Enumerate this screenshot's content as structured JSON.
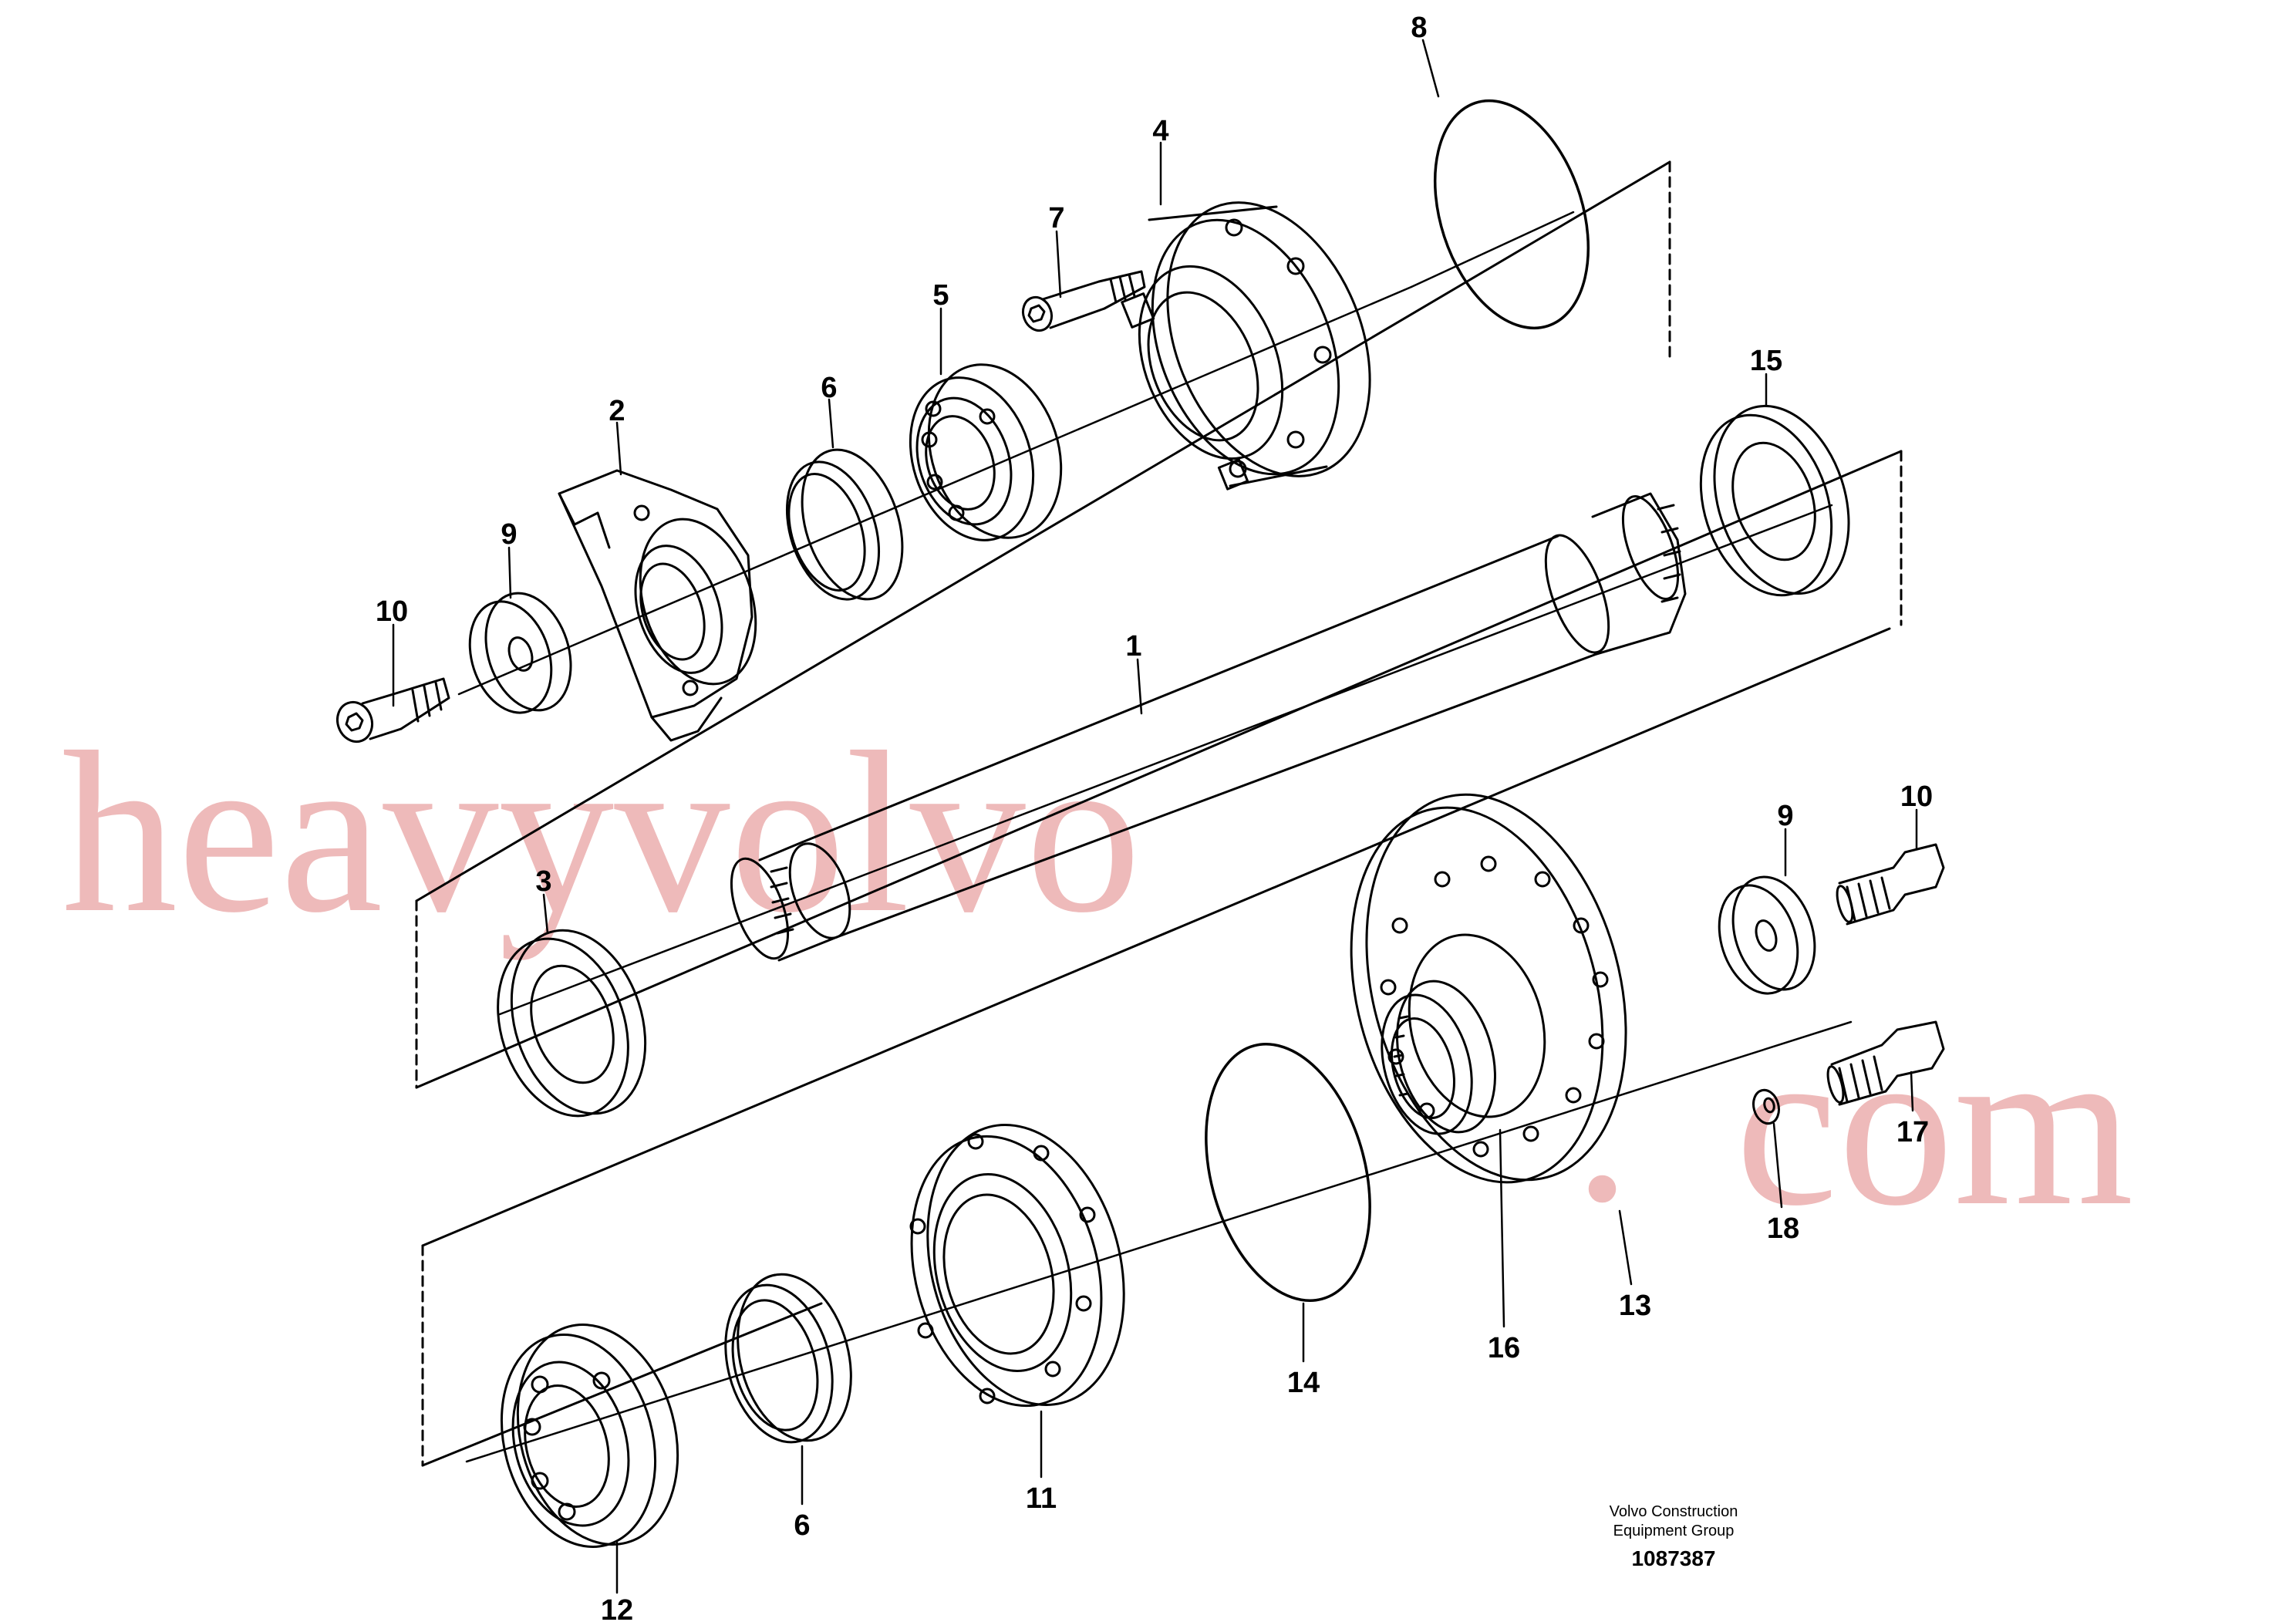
{
  "diagram": {
    "callouts": [
      {
        "id": "c8a",
        "label": "8"
      },
      {
        "id": "c4",
        "label": "4"
      },
      {
        "id": "c7",
        "label": "7"
      },
      {
        "id": "c5",
        "label": "5"
      },
      {
        "id": "c6a",
        "label": "6"
      },
      {
        "id": "c2",
        "label": "2"
      },
      {
        "id": "c9a",
        "label": "9"
      },
      {
        "id": "c10a",
        "label": "10"
      },
      {
        "id": "c15",
        "label": "15"
      },
      {
        "id": "c1",
        "label": "1"
      },
      {
        "id": "c3",
        "label": "3"
      },
      {
        "id": "c9b",
        "label": "9"
      },
      {
        "id": "c10b",
        "label": "10"
      },
      {
        "id": "c17",
        "label": "17"
      },
      {
        "id": "c18",
        "label": "18"
      },
      {
        "id": "c13",
        "label": "13"
      },
      {
        "id": "c16",
        "label": "16"
      },
      {
        "id": "c14",
        "label": "14"
      },
      {
        "id": "c11",
        "label": "11"
      },
      {
        "id": "c6b",
        "label": "6"
      },
      {
        "id": "c12",
        "label": "12"
      }
    ],
    "caption": {
      "line1": "Volvo Construction",
      "line2": "Equipment Group",
      "doc_number": "1087387"
    },
    "watermark": {
      "text_main": "heavyvolvo",
      "text_dot": ".",
      "text_tld": "com",
      "color": "#e9a3a3"
    }
  }
}
